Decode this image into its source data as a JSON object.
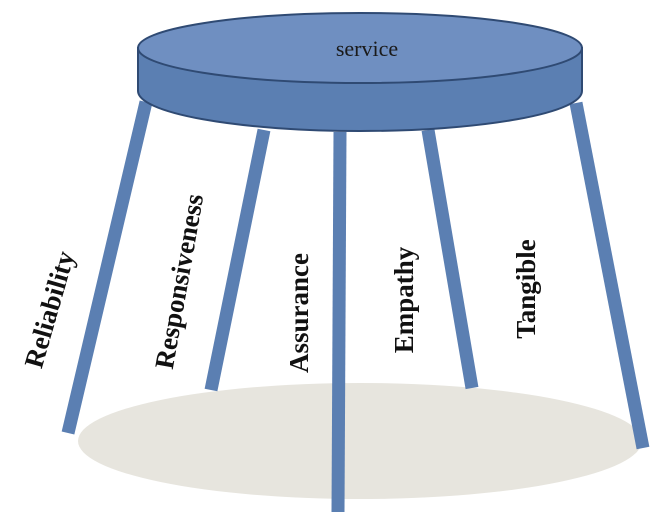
{
  "diagram": {
    "top_label": "service",
    "pillars": [
      {
        "key": "reliability",
        "label": "Reliability"
      },
      {
        "key": "responsiveness",
        "label": "Responsiveness"
      },
      {
        "key": "assurance",
        "label": "Assurance"
      },
      {
        "key": "empathy",
        "label": "Empathy"
      },
      {
        "key": "tangible",
        "label": "Tangible"
      }
    ]
  },
  "colors": {
    "tabletop_fill": "#5b7fb2",
    "tabletop_top": "#6f8fc1",
    "tabletop_stroke": "#2f4a73",
    "leg": "#5b7fb2",
    "shadow": "#e7e5de",
    "text": "#111111"
  }
}
